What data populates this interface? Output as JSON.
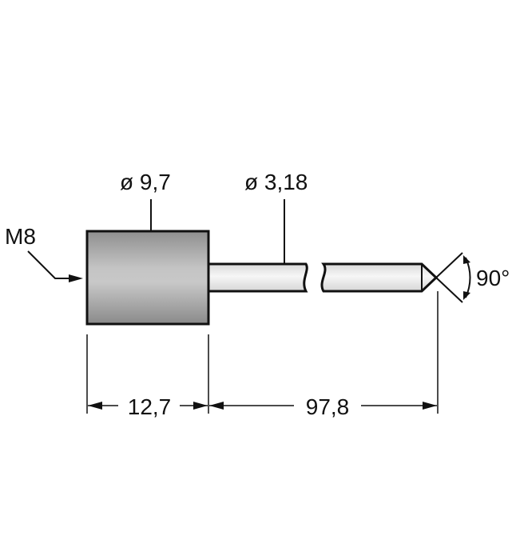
{
  "drawing": {
    "type": "technical-dimension-drawing",
    "subject": "probe / sensor with threaded body and rod tip",
    "labels": {
      "thread": "M8",
      "body_diameter": "ø 9,7",
      "rod_diameter": "ø 3,18",
      "tip_angle": "90°",
      "body_length": "12,7",
      "rod_length": "97,8"
    },
    "colors": {
      "line": "#111111",
      "body_fill": "#a6a6a6",
      "body_highlight": "#c8c8c8",
      "rod_fill": "#e6e6e6",
      "rod_highlight": "#f5f5f5",
      "background": "#ffffff"
    }
  }
}
